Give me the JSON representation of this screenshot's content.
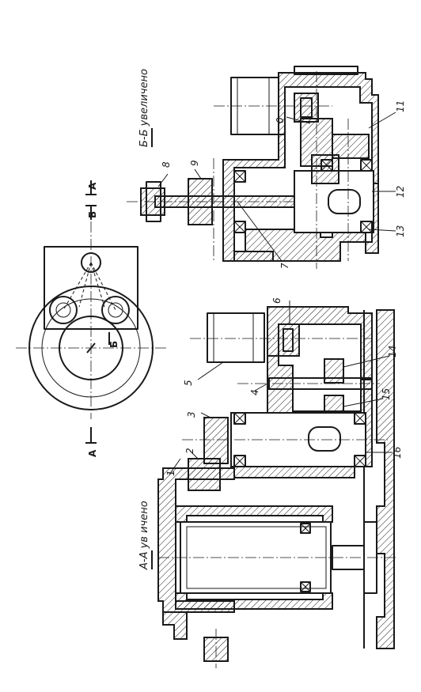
{
  "section_titles": {
    "aa": "А-А  ув  ичено",
    "bb": "Б-Б  увеличено"
  },
  "section_marks": {
    "a_left": "А",
    "a_right": "А",
    "b_right": "Б",
    "b_circle": "Б"
  },
  "parts": {
    "p0": "0",
    "p1": "1",
    "p2": "2",
    "p3": "3",
    "p4": "4",
    "p5": "5",
    "p6": "6",
    "p7": "7",
    "p8": "8",
    "p9": "9",
    "p11": "11",
    "p12": "12",
    "p13": "13",
    "p14": "14",
    "p15": "15",
    "p16": "16"
  }
}
